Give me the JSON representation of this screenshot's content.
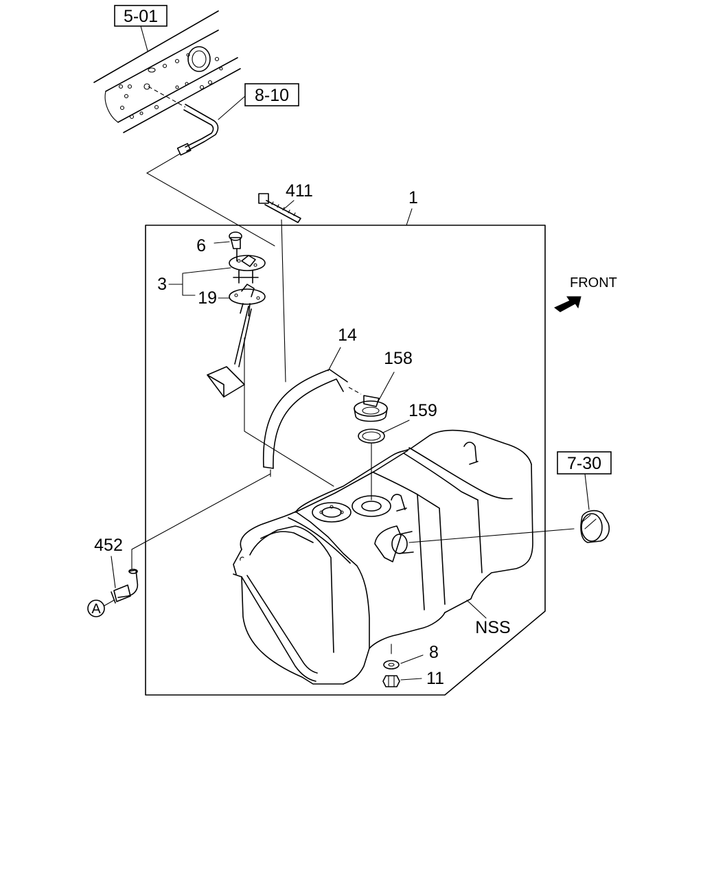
{
  "references": {
    "frame_ref": "5-01",
    "harness_ref": "8-10",
    "cap_ref": "7-30"
  },
  "callouts": {
    "assembly": "1",
    "sender_unit": "3",
    "bolt": "6",
    "gasket": "19",
    "hose": "14",
    "filler_neck": "158",
    "filler_seal": "159",
    "cable_tie": "411",
    "connector": "452",
    "washer": "8",
    "nut": "11",
    "nss": "NSS"
  },
  "direction": {
    "label": "FRONT"
  },
  "marker": {
    "label": "A"
  },
  "icons": [
    "front-arrow-icon",
    "circle-a-marker-icon"
  ]
}
